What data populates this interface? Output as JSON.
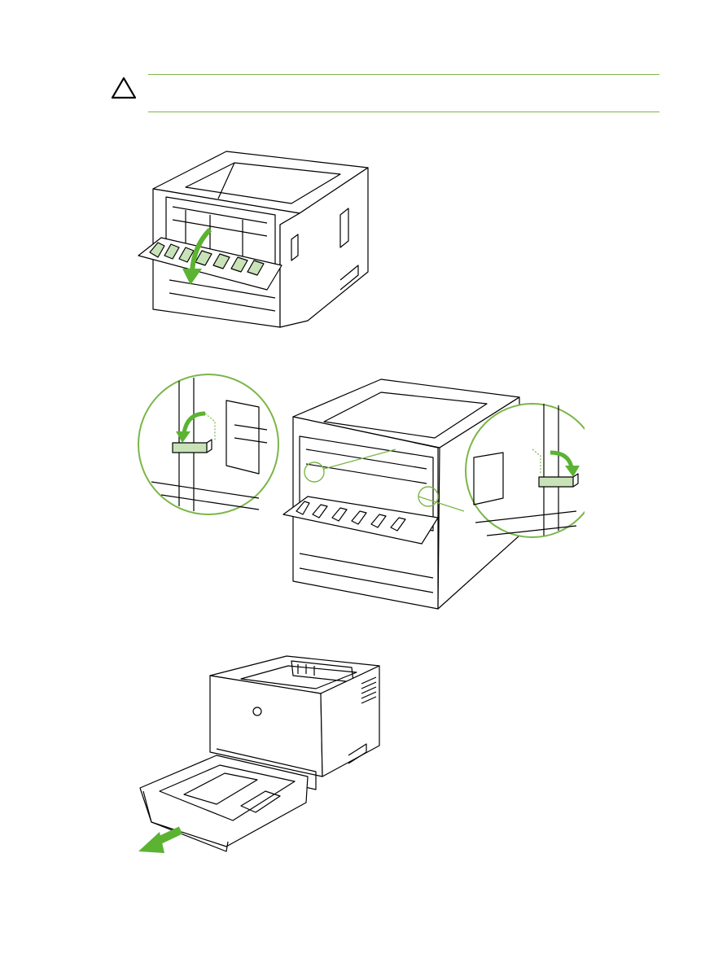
{
  "caution": {
    "icon": "warning-triangle-icon",
    "text": ""
  },
  "figures": [
    {
      "id": "rear-door-open",
      "icon": "curved-arrow-down-icon"
    },
    {
      "id": "pressure-release-levers",
      "icon": "rotate-arrow-icon"
    },
    {
      "id": "tray-pull-out",
      "icon": "straight-arrow-icon"
    }
  ],
  "colors": {
    "accent_green": "#7ab648",
    "arrow_green": "#5bb331",
    "highlight_green": "#c9e3b8",
    "line": "#000000"
  }
}
